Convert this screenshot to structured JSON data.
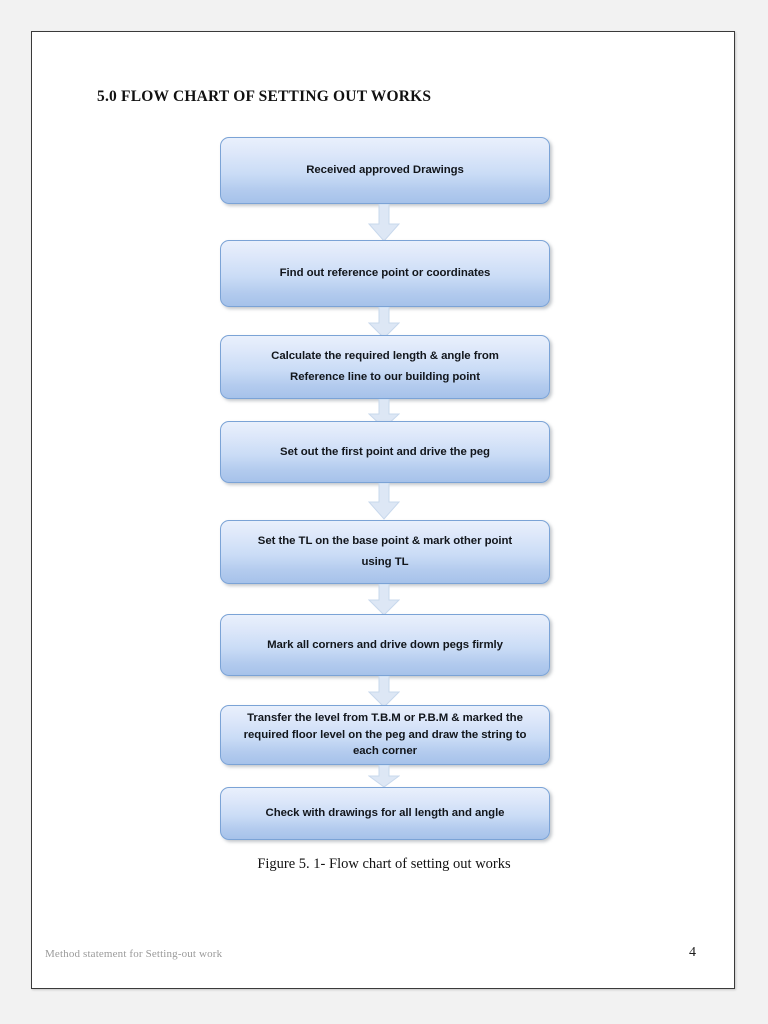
{
  "document": {
    "title": "5.0 FLOW CHART OF SETTING OUT WORKS",
    "figure_caption": "Figure 5. 1- Flow chart of setting out works",
    "page_number": "4",
    "footer": "Method statement for Setting-out work"
  },
  "theme": {
    "page_background": "#f2f2f2",
    "sheet_background": "#ffffff",
    "sheet_border": "#3a3a3a",
    "node_border": "#7ba3d6",
    "node_gradient_top": "#e9f0fc",
    "node_gradient_bottom": "#a6c2ea",
    "node_text": "#12161c",
    "arrow_fill": "#dde7f5",
    "arrow_border": "#c3d4e9",
    "footer_text": "#9a9a9a"
  },
  "chart_data": {
    "type": "diagram",
    "diagram_kind": "flowchart",
    "orientation": "vertical",
    "title": "5.0 FLOW CHART OF SETTING OUT WORKS",
    "caption": "Figure 5. 1- Flow chart of setting out works",
    "node_count": 8,
    "connector_count": 7,
    "connector_type": "down-arrow",
    "nodes": [
      {
        "id": 1,
        "label": "Received approved Drawings"
      },
      {
        "id": 2,
        "label": "Find out reference point or coordinates"
      },
      {
        "id": 3,
        "label": "Calculate the required length & angle from\nReference line to our building point"
      },
      {
        "id": 4,
        "label": "Set out the first point and drive the peg"
      },
      {
        "id": 5,
        "label": "Set the TL on the base point & mark other point\nusing TL"
      },
      {
        "id": 6,
        "label": "Mark all corners and drive down pegs firmly"
      },
      {
        "id": 7,
        "label": "Transfer the level from T.B.M or P.B.M & marked the\nrequired floor level on the peg and draw the  string to\neach corner"
      },
      {
        "id": 8,
        "label": "Check with drawings for all length and angle"
      }
    ],
    "edges": [
      {
        "from": 1,
        "to": 2
      },
      {
        "from": 2,
        "to": 3
      },
      {
        "from": 3,
        "to": 4
      },
      {
        "from": 4,
        "to": 5
      },
      {
        "from": 5,
        "to": 6
      },
      {
        "from": 6,
        "to": 7
      },
      {
        "from": 7,
        "to": 8
      }
    ]
  }
}
